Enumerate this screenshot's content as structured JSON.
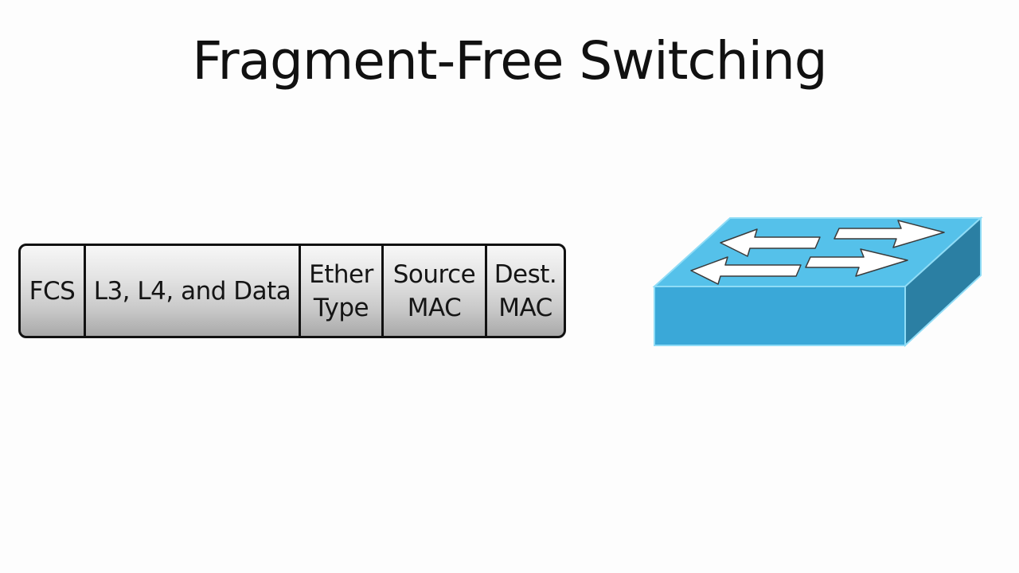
{
  "slide": {
    "title": "Fragment-Free Switching"
  },
  "frame": {
    "fields": [
      {
        "line1": "FCS",
        "line2": ""
      },
      {
        "line1": "L3, L4, and Data",
        "line2": ""
      },
      {
        "line1": "Ether",
        "line2": "Type"
      },
      {
        "line1": "Source",
        "line2": "MAC"
      },
      {
        "line1": "Dest.",
        "line2": "MAC"
      }
    ]
  },
  "switch": {
    "icon": "network-switch-icon",
    "colors": {
      "top": "#55c1ea",
      "front": "#3aa8d8",
      "side": "#2b7fa3",
      "arrow": "#ffffff"
    }
  }
}
